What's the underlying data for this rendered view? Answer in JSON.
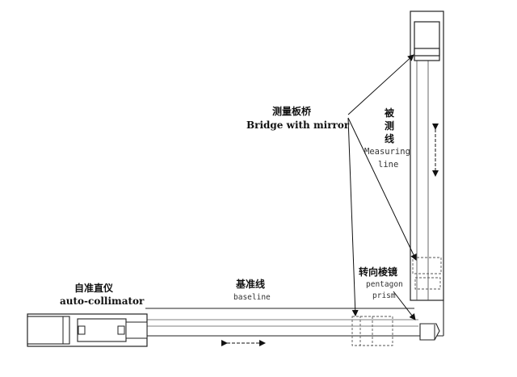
{
  "labels": {
    "bridge_cn": "测量板桥",
    "bridge_en": "Bridge with mirror",
    "measuring_cn_1": "被",
    "measuring_cn_2": "测",
    "measuring_cn_3": "线",
    "measuring_en_1": "Measuring",
    "measuring_en_2": "line",
    "autocollimator_cn": "自准直仪",
    "autocollimator_en": "auto-collimator",
    "baseline_cn": "基准线",
    "baseline_en": "baseline",
    "prism_cn": "转向棱镜",
    "prism_en_1": "pentagon",
    "prism_en_2": "prism"
  }
}
